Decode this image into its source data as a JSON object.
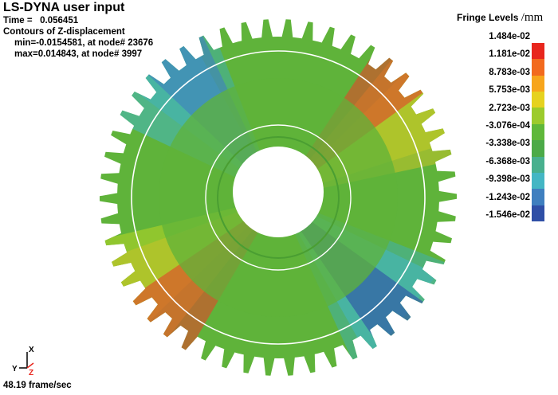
{
  "header": {
    "title": "LS-DYNA user input",
    "time_label": "Time =",
    "time_value": "0.056451",
    "contours": "Contours of Z-displacement",
    "min_line": "min=-0.0154581, at node# 23676",
    "max_line": "max=0.014843, at node# 3997"
  },
  "legend": {
    "title": "Fringe Levels",
    "unit": "/mm",
    "levels": [
      "1.484e-02",
      "1.181e-02",
      "8.783e-03",
      "5.753e-03",
      "2.723e-03",
      "-3.076e-04",
      "-3.338e-03",
      "-6.368e-03",
      "-9.398e-03",
      "-1.243e-02",
      "-1.546e-02"
    ],
    "colors": [
      "#e8261d",
      "#f26a1e",
      "#f7a51c",
      "#e6d21f",
      "#9ccb2c",
      "#5fb83a",
      "#4caa48",
      "#48b08e",
      "#44b6c4",
      "#3f7fbf",
      "#2f4fa6"
    ]
  },
  "triad": {
    "x_label": "X",
    "y_label": "Y",
    "z_label": "Z"
  },
  "status": {
    "fps": "48.19 frame/sec"
  },
  "colors": {
    "gear_base": "#5fb33a",
    "ring_line": "#ffffff"
  },
  "icons": [
    "coordinate-triad-icon",
    "gear-model"
  ]
}
